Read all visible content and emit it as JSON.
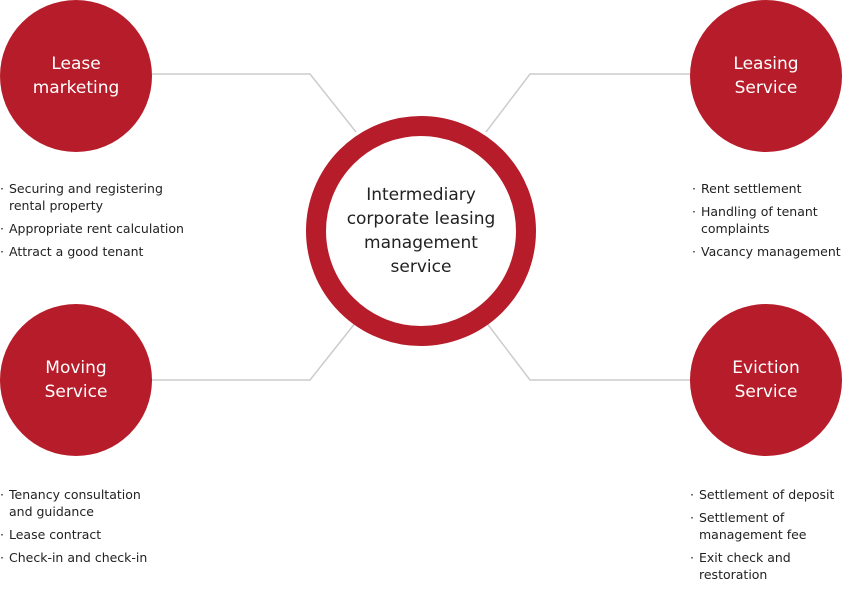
{
  "center": {
    "label": "Intermediary\ncorporate leasing\nmanagement\nservice"
  },
  "nodes": {
    "lease_marketing": {
      "label": "Lease\nmarketing",
      "items": [
        "Securing and registering\nrental property",
        "Appropriate rent calculation",
        "Attract a good tenant"
      ]
    },
    "leasing_service": {
      "label": "Leasing\nService",
      "items": [
        "Rent settlement",
        "Handling of tenant\ncomplaints",
        "Vacancy management"
      ]
    },
    "moving_service": {
      "label": "Moving\nService",
      "items": [
        "Tenancy consultation\nand guidance",
        "Lease contract",
        "Check-in and check-in"
      ]
    },
    "eviction_service": {
      "label": "Eviction\nService",
      "items": [
        "Settlement of deposit",
        "Settlement of\nmanagement fee",
        "Exit check and restoration"
      ]
    }
  },
  "colors": {
    "accent": "#b71c2a",
    "connector": "#cccccc",
    "text": "#222222"
  }
}
